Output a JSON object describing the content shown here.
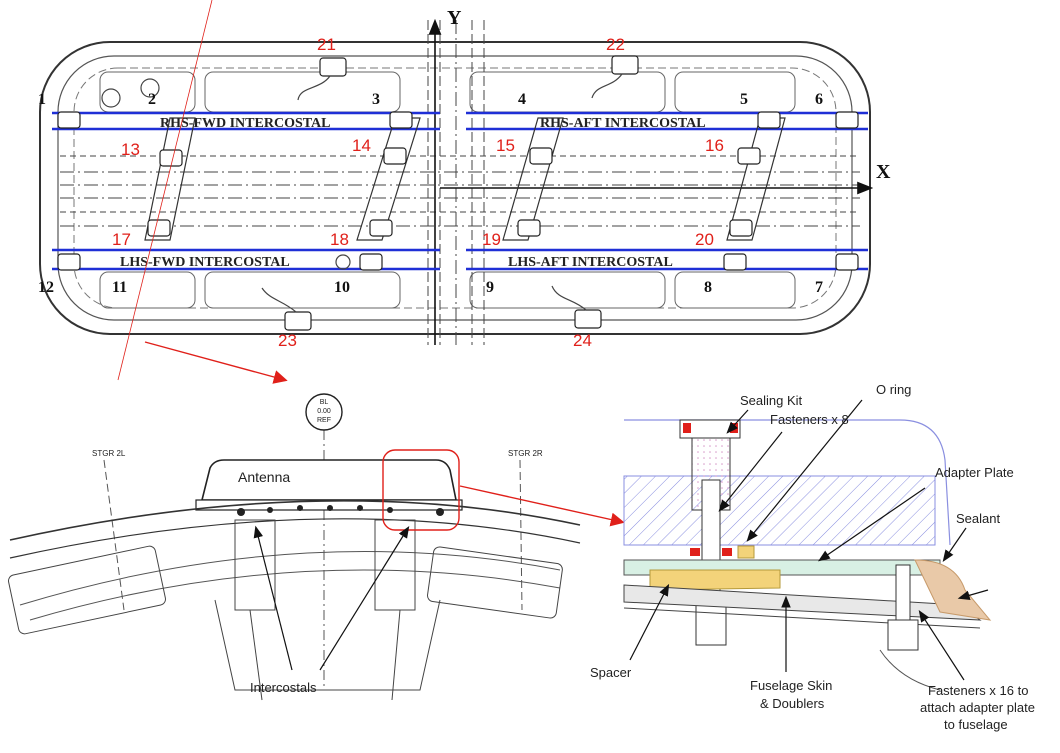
{
  "top_plan": {
    "axis_y": "Y",
    "axis_x": "X",
    "corner_numbers": [
      {
        "id": "1",
        "label": "1"
      },
      {
        "id": "2",
        "label": "2"
      },
      {
        "id": "3",
        "label": "3"
      },
      {
        "id": "4",
        "label": "4"
      },
      {
        "id": "5",
        "label": "5"
      },
      {
        "id": "6",
        "label": "6"
      },
      {
        "id": "7",
        "label": "7"
      },
      {
        "id": "8",
        "label": "8"
      },
      {
        "id": "9",
        "label": "9"
      },
      {
        "id": "10",
        "label": "10"
      },
      {
        "id": "11",
        "label": "11"
      },
      {
        "id": "12",
        "label": "12"
      }
    ],
    "red_numbers": [
      {
        "id": "13",
        "label": "13"
      },
      {
        "id": "14",
        "label": "14"
      },
      {
        "id": "15",
        "label": "15"
      },
      {
        "id": "16",
        "label": "16"
      },
      {
        "id": "17",
        "label": "17"
      },
      {
        "id": "18",
        "label": "18"
      },
      {
        "id": "19",
        "label": "19"
      },
      {
        "id": "20",
        "label": "20"
      },
      {
        "id": "21",
        "label": "21"
      },
      {
        "id": "22",
        "label": "22"
      },
      {
        "id": "23",
        "label": "23"
      },
      {
        "id": "24",
        "label": "24"
      }
    ],
    "intercostals": {
      "rhs_fwd": "RHS-FWD INTERCOSTAL",
      "rhs_aft": "RHS-AFT INTERCOSTAL",
      "lhs_fwd": "LHS-FWD INTERCOSTAL",
      "lhs_aft": "LHS-AFT INTERCOSTAL"
    },
    "colors": {
      "intercostal_line": "#1f2fd6",
      "callout_red": "#e0201a",
      "drawing": "#333333"
    }
  },
  "section_view": {
    "bl_tag": [
      "BL",
      "0.00",
      "REF"
    ],
    "stgr_left": "STGR 2L",
    "stgr_right": "STGR 2R",
    "antenna": "Antenna",
    "intercostals": "Intercostals"
  },
  "detail_view": {
    "sealing_kit": "Sealing Kit",
    "fasteners_8": "Fasteners x 8",
    "o_ring": "O ring",
    "adapter_plate": "Adapter Plate",
    "sealant": "Sealant",
    "spacer": "Spacer",
    "fuselage_skin": [
      "Fuselage Skin",
      "& Doublers"
    ],
    "fasteners_16": [
      "Fasteners x 16 to",
      "attach adapter plate",
      "to fuselage"
    ]
  }
}
